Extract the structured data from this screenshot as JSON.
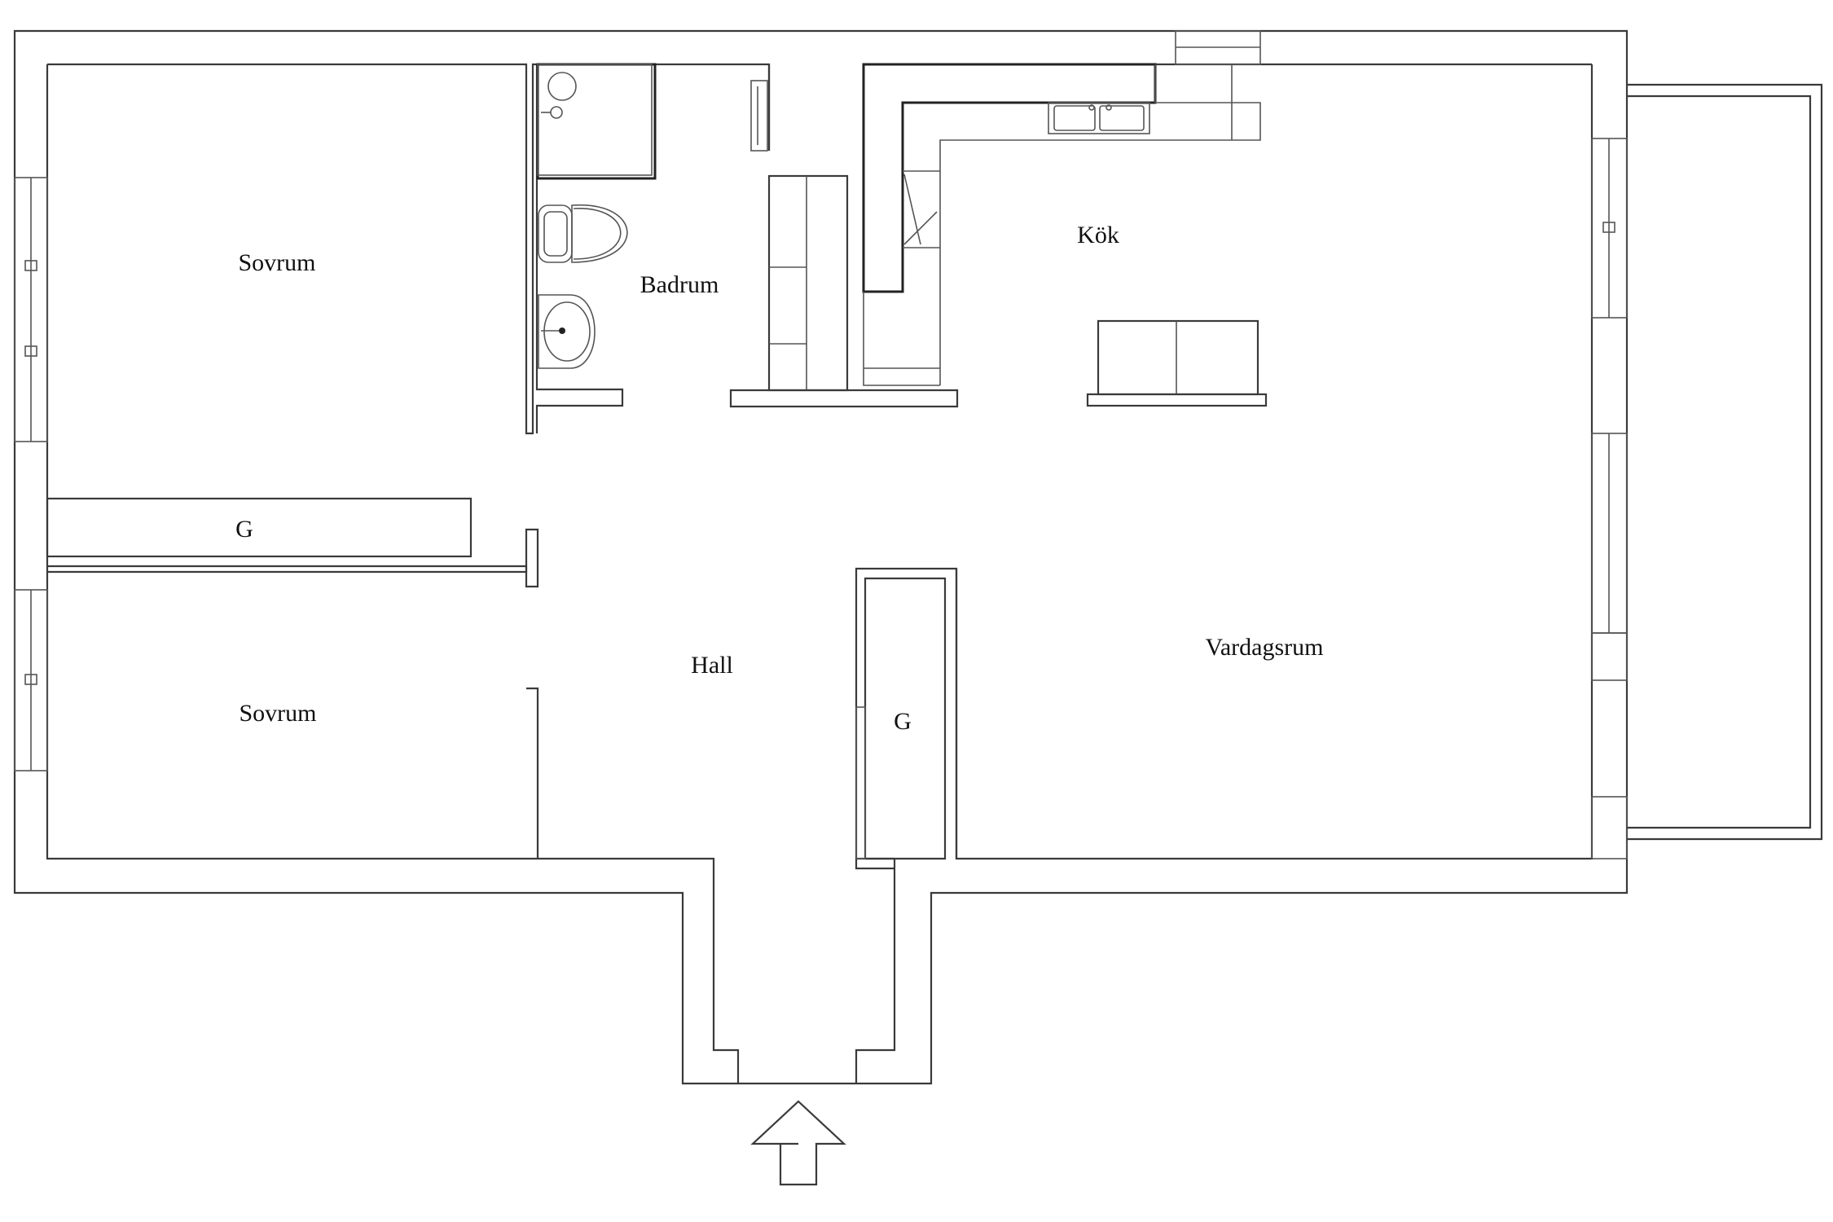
{
  "rooms": {
    "sovrum_top": "Sovrum",
    "badrum": "Badrum",
    "kok": "Kök",
    "garderob_left": "G",
    "hall": "Hall",
    "vardagsrum": "Vardagsrum",
    "sovrum_bottom": "Sovrum",
    "garderob_hall": "G"
  },
  "symbols": {
    "entrance": "arrow-up-icon",
    "toilet": "toilet-icon",
    "sink": "washbasin-icon",
    "shower": "shower-icon",
    "kitchen_sink": "kitchen-sink-icon"
  }
}
